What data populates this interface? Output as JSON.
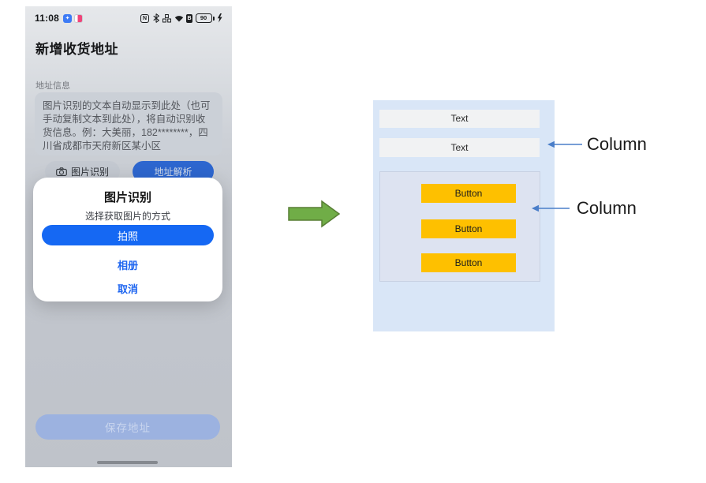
{
  "phone": {
    "status_bar": {
      "time": "11:08",
      "battery_percent": "90",
      "sim_letter": "B",
      "nfc_letter": "N",
      "blue_app_glyph": "✦",
      "icons": [
        "app-icon-blue",
        "app-icon-pink",
        "nfc-icon",
        "bluetooth-icon",
        "volte-icon",
        "wifi-icon",
        "sim-icon",
        "battery-indicator",
        "charging-icon"
      ]
    },
    "title": "新增收货地址",
    "form": {
      "section_label": "地址信息",
      "textarea_placeholder": "图片识别的文本自动显示到此处（也可手动复制文本到此处），将自动识别收货信息。例：大美丽，182********，四川省成都市天府新区某小区",
      "image_recognition_button": "图片识别",
      "address_parse_button": "地址解析",
      "save_button": "保存地址"
    },
    "dialog": {
      "title": "图片识别",
      "subtitle": "选择获取图片的方式",
      "take_photo_button": "拍照",
      "album_button": "相册",
      "cancel_button": "取消"
    }
  },
  "diagram": {
    "text_boxes": {
      "first": "Text",
      "second": "Text"
    },
    "buttons": {
      "first": "Button",
      "second": "Button",
      "third": "Button"
    },
    "annotations": {
      "first": "Column",
      "second": "Column"
    },
    "colors": {
      "panel": "#d9e6f7",
      "subpanel": "#dde3f1",
      "textbox": "#f1f2f3",
      "button": "#fec000",
      "annotation_arrow": "#4a7ec9",
      "transform_arrow": "#70ad47",
      "dialog_accent": "#1568f3"
    }
  }
}
